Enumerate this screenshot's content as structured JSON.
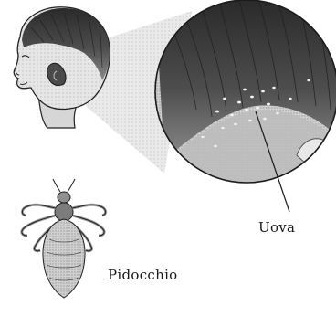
{
  "labels": {
    "eggs": "Uova",
    "louse": "Pidocchio"
  },
  "colors": {
    "ink": "#1a1a1a",
    "hair_dark": "#2e2e2e",
    "hair_mid": "#5a5a5a",
    "skin": "#d9d9d9",
    "nit": "#f4f4f4"
  },
  "illustration": {
    "subjects": [
      "child-head",
      "magnified-scalp-circle",
      "head-louse"
    ]
  }
}
